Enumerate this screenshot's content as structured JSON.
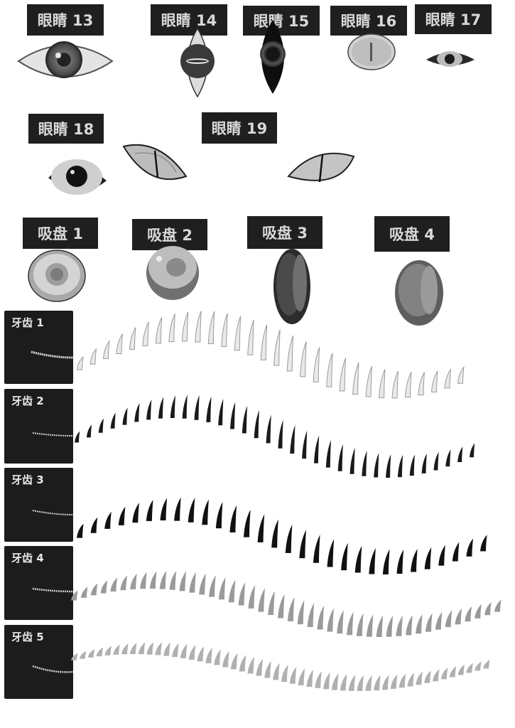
{
  "eyes": [
    {
      "label": "眼睛 13",
      "icon": "eye-icon"
    },
    {
      "label": "眼睛 14",
      "icon": "eye-icon"
    },
    {
      "label": "眼睛 15",
      "icon": "eye-icon"
    },
    {
      "label": "眼睛 16",
      "icon": "eye-icon"
    },
    {
      "label": "眼睛 17",
      "icon": "eye-icon"
    },
    {
      "label": "眼睛 18",
      "icon": "eye-icon"
    },
    {
      "label": "眼睛 19",
      "icon": "eye-icon"
    }
  ],
  "suckers": [
    {
      "label": "吸盘 1",
      "icon": "sucker-icon"
    },
    {
      "label": "吸盘 2",
      "icon": "sucker-icon"
    },
    {
      "label": "吸盘 3",
      "icon": "sucker-icon"
    },
    {
      "label": "吸盘 4",
      "icon": "sucker-icon"
    }
  ],
  "teeth": [
    {
      "label": "牙齿 1",
      "icon": "tooth-icon",
      "color": "#e9e9e9"
    },
    {
      "label": "牙齿 2",
      "icon": "tooth-icon",
      "color": "#1a1a1a"
    },
    {
      "label": "牙齿 3",
      "icon": "tooth-icon",
      "color": "#111111"
    },
    {
      "label": "牙齿 4",
      "icon": "tooth-icon",
      "color": "#9a9a9a"
    },
    {
      "label": "牙齿 5",
      "icon": "tooth-icon",
      "color": "#b0b0b0"
    }
  ],
  "colors": {
    "label_bg": "#1f1f1f",
    "label_text": "#d8d8d8",
    "background": "#ffffff"
  }
}
